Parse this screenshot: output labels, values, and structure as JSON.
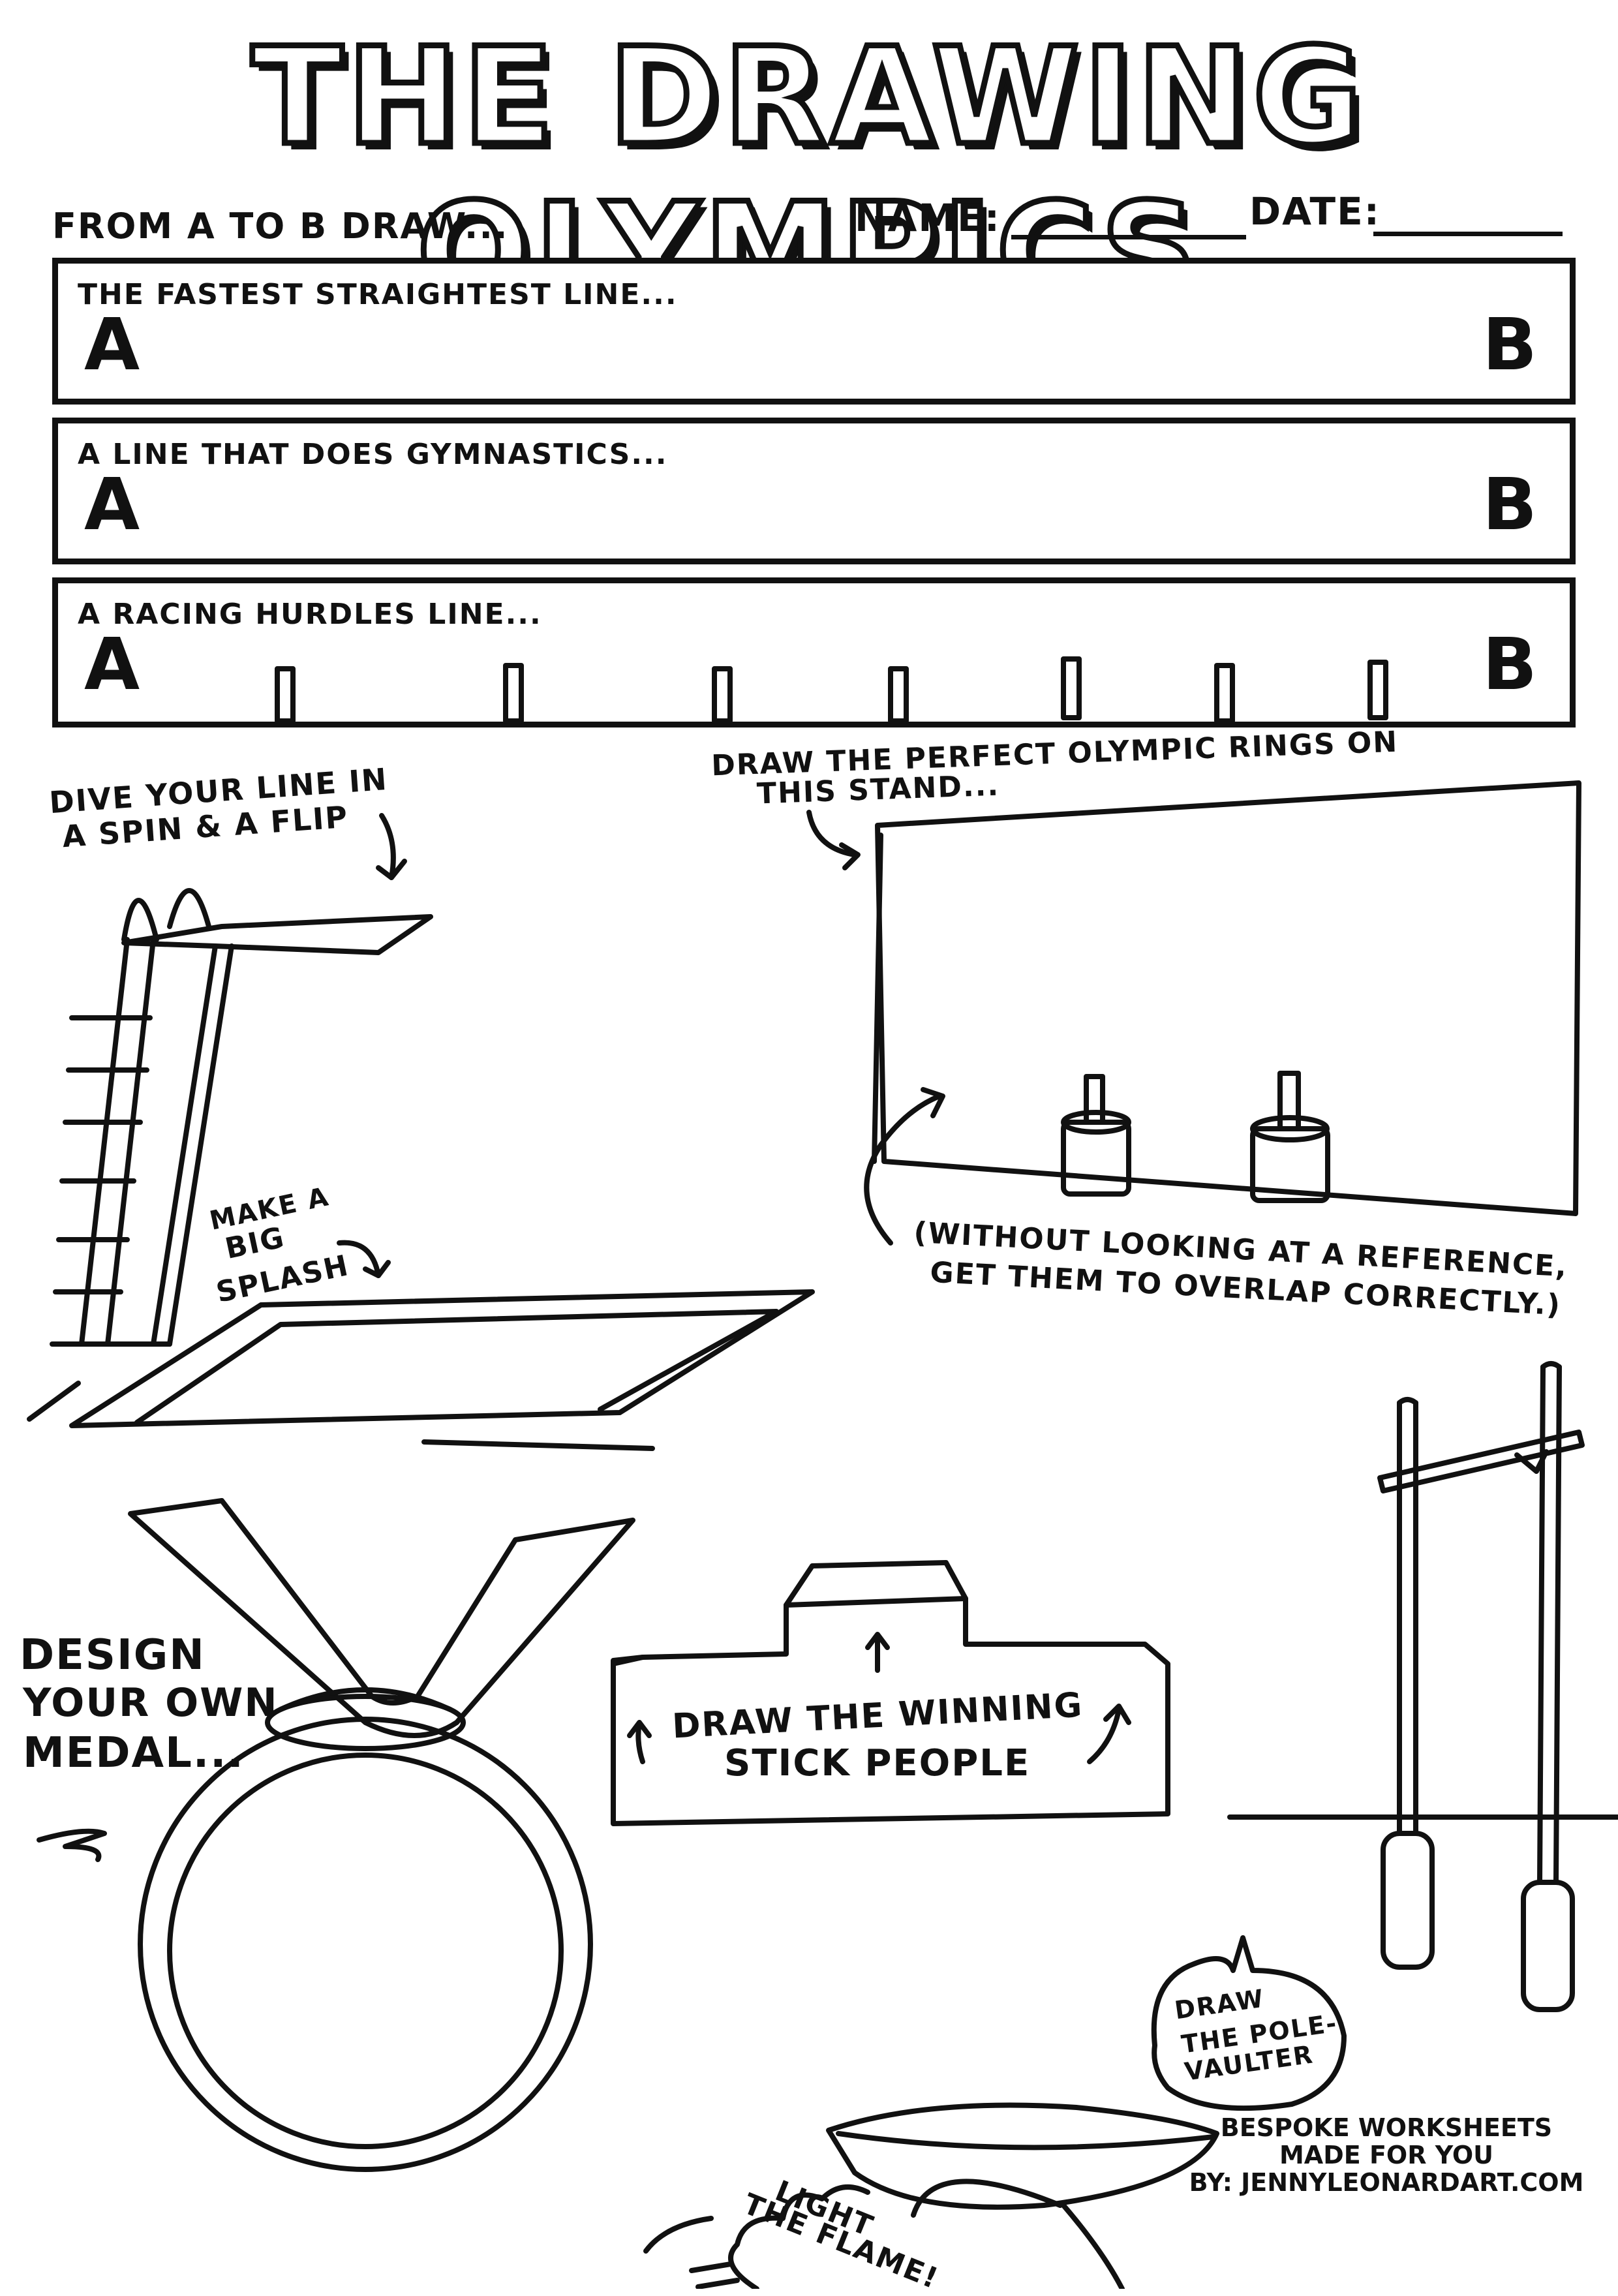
{
  "title": "THE DRAWING OLYMPICS",
  "header": {
    "instruction": "FROM A TO B DRAW...",
    "name_label": "NAME:",
    "date_label": "DATE:"
  },
  "lanes": [
    {
      "label": "THE FASTEST STRAIGHTEST LINE...",
      "start": "A",
      "end": "B"
    },
    {
      "label": "A LINE THAT DOES GYMNASTICS...",
      "start": "A",
      "end": "B"
    },
    {
      "label": "A RACING HURDLES LINE...",
      "start": "A",
      "end": "B"
    }
  ],
  "diving": {
    "prompt_line1": "DIVE YOUR LINE IN",
    "prompt_line2": "A SPIN & A FLIP",
    "splash_line1": "MAKE A",
    "splash_line2": "BIG",
    "splash_line3": "SPLASH"
  },
  "rings": {
    "prompt_line1": "DRAW THE PERFECT OLYMPIC RINGS ON",
    "prompt_line2": "THIS STAND...",
    "note_line1": "(WITHOUT LOOKING AT A REFERENCE,",
    "note_line2": "GET THEM TO OVERLAP CORRECTLY.)"
  },
  "medal": {
    "prompt_line1": "DESIGN",
    "prompt_line2": "YOUR OWN",
    "prompt_line3": "MEDAL..."
  },
  "podium": {
    "prompt_line1": "DRAW THE WINNING",
    "prompt_line2": "STICK PEOPLE"
  },
  "pole_vault": {
    "bubble_line1": "DRAW",
    "bubble_line2": "THE POLE-",
    "bubble_line3": "VAULTER"
  },
  "flame": {
    "prompt_line1": "LIGHT",
    "prompt_line2": "THE FLAME!"
  },
  "credit": {
    "line1": "BESPOKE WORKSHEETS",
    "line2": "MADE FOR YOU",
    "line3": "BY: JENNYLEONARDART.COM"
  }
}
